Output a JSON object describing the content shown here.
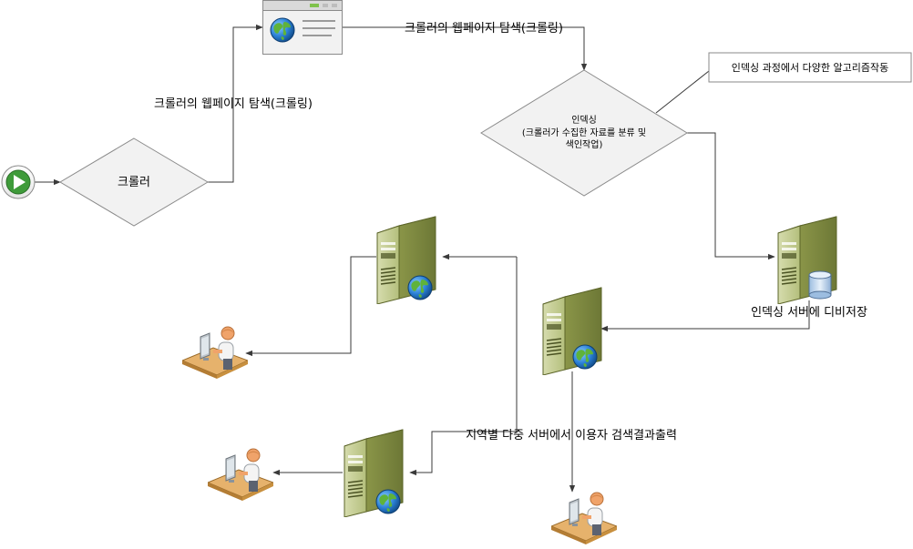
{
  "nodes": {
    "crawler": "크롤러",
    "indexing_title": "인덱싱",
    "indexing_line2": "(크롤러가 수집한 자료를 분류 및",
    "indexing_line3": "색인작업)",
    "indexing_note": "인덱싱 과정에서 다양한 알고리즘작동",
    "indexing_server_label": "인덱싱 서버에 디비저장"
  },
  "edges": {
    "crawl_label_left": "크롤러의 웹페이지 탐색(크롤링)",
    "crawl_label_top": "크롤러의 웹페이지 탐색(크롤링)",
    "regional_output": "지역별 다중 서버에서 이용자 검색결과출력"
  }
}
